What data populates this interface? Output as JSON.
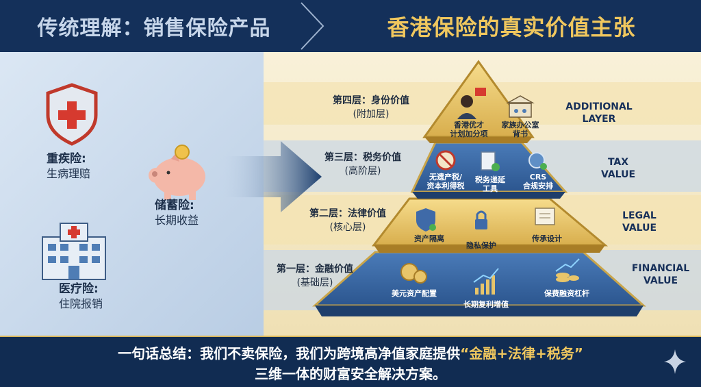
{
  "header": {
    "left_title": "传统理解：销售保险产品",
    "right_title": "香港保险的真实价值主张"
  },
  "left": {
    "critical": {
      "title": "重疾险:",
      "desc": "生病理赔"
    },
    "savings": {
      "title": "储蓄险:",
      "desc": "长期收益"
    },
    "medical": {
      "title": "医疗险:",
      "desc": "住院报销"
    }
  },
  "pyramid": {
    "tier4": {
      "title": "第四层：身份价值",
      "sub": "(附加层)",
      "eng1": "ADDITIONAL",
      "eng2": "LAYER",
      "items": [
        "香港优才",
        "计划加分项",
        "家族办公室",
        "背书"
      ]
    },
    "tier3": {
      "title": "第三层：税务价值",
      "sub": "(高阶层)",
      "eng1": "TAX",
      "eng2": "VALUE",
      "items": [
        "无遗产税/",
        "资本利得税",
        "税务递延",
        "工具",
        "CRS",
        "合规安排"
      ]
    },
    "tier2": {
      "title": "第二层：法律价值",
      "sub": "(核心层)",
      "eng1": "LEGAL",
      "eng2": "VALUE",
      "items": [
        "资产隔离",
        "隐私保护",
        "传承设计"
      ]
    },
    "tier1": {
      "title": "第一层：金融价值",
      "sub": "(基础层)",
      "eng1": "FINANCIAL",
      "eng2": "VALUE",
      "items": [
        "美元资产配置",
        "长期复利增值",
        "保费融资杠杆"
      ]
    }
  },
  "footer": {
    "line1_a": "一句话总结：我们不卖保险，我们为跨境高净值家庭提供",
    "line1_b": "“金融+法律+税务”",
    "line2": "三维一体的财富安全解决方案。"
  },
  "colors": {
    "navy": "#14305a",
    "gold": "#f0c75e",
    "blue_tier": "#3a69a6",
    "gold_tier": "#e8c56a"
  },
  "icons": [
    "shield-cross-icon",
    "piggy-bank-icon",
    "hospital-icon",
    "person-flag-icon",
    "bank-building-icon",
    "no-tax-icon",
    "document-check-icon",
    "crs-globe-icon",
    "shield-star-icon",
    "lock-icon",
    "certificate-icon",
    "dollar-coins-icon",
    "growth-chart-icon",
    "coins-chart-icon",
    "sparkle-icon"
  ]
}
